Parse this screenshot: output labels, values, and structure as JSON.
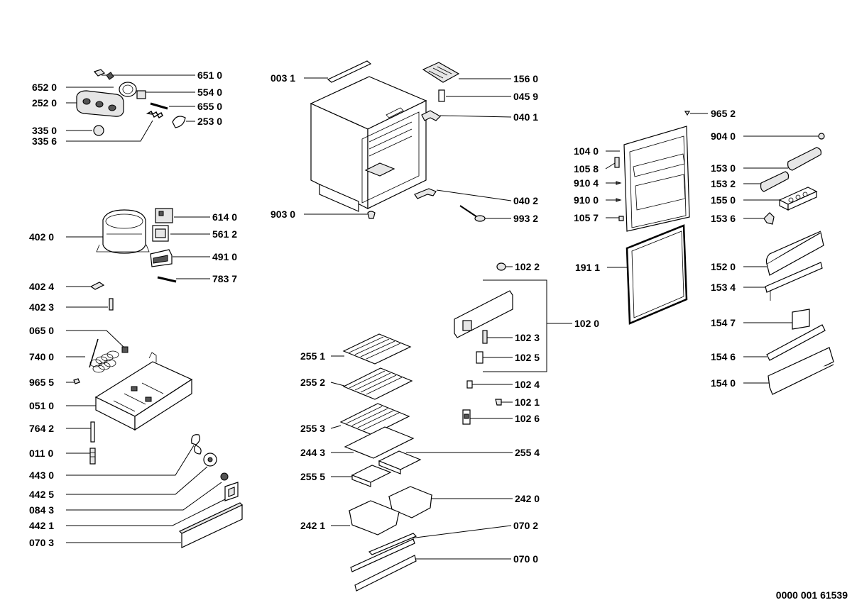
{
  "document_number": "0000 001 61539",
  "labels": {
    "p6510": "651 0",
    "p6520": "652 0",
    "p5540": "554 0",
    "p2520": "252 0",
    "p6550": "655 0",
    "p2530": "253 0",
    "p3350": "335 0",
    "p3356": "335 6",
    "p6140": "614 0",
    "p4020": "402 0",
    "p5612": "561 2",
    "p4910": "491 0",
    "p7837": "783 7",
    "p4024": "402 4",
    "p4023": "402 3",
    "p0650": "065 0",
    "p7400": "740 0",
    "p9655": "965 5",
    "p0510": "051 0",
    "p7642": "764 2",
    "p0110": "011 0",
    "p4430": "443 0",
    "p4425": "442 5",
    "p0843": "084 3",
    "p4421": "442 1",
    "p0703": "070 3",
    "p0031": "003 1",
    "p1560": "156 0",
    "p0459": "045 9",
    "p0401": "040 1",
    "p0402": "040 2",
    "p9030": "903 0",
    "p9932": "993 2",
    "p1022": "102 2",
    "p1020": "102 0",
    "p1023": "102 3",
    "p1025": "102 5",
    "p1024": "102 4",
    "p1021": "102 1",
    "p1026": "102 6",
    "p2551": "255 1",
    "p2552": "255 2",
    "p2553": "255 3",
    "p2443": "244 3",
    "p2554": "255 4",
    "p2555": "255 5",
    "p2420": "242 0",
    "p2421": "242 1",
    "p0702": "070 2",
    "p0700": "070 0",
    "p9652": "965 2",
    "p9040": "904 0",
    "p1040": "104 0",
    "p1530": "153 0",
    "p1058": "105 8",
    "p1532": "153 2",
    "p9104": "910 4",
    "p9100": "910 0",
    "p1550": "155 0",
    "p1057": "105 7",
    "p1536": "153 6",
    "p1911": "191 1",
    "p1520": "152 0",
    "p1534": "153 4",
    "p1547": "154 7",
    "p1546": "154 6",
    "p1540": "154 0"
  }
}
